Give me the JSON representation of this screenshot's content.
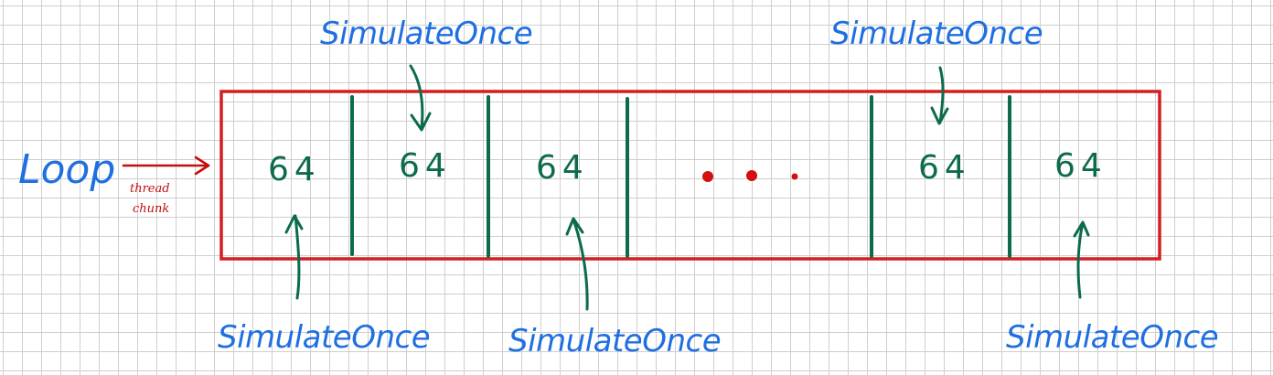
{
  "loop_label": "Loop",
  "chunk_label": {
    "line1": "thread",
    "line2": "chunk"
  },
  "cells": [
    "64",
    "64",
    "64",
    "64",
    "64"
  ],
  "ellipsis": "...",
  "simulate_labels": {
    "top_1": "SimulateOnce",
    "top_2": "SimulateOnce",
    "bottom_1": "SimulateOnce",
    "bottom_2": "SimulateOnce",
    "bottom_3": "SimulateOnce"
  },
  "colors": {
    "outline": "#d41e22",
    "dividers": "#0d6b4c",
    "annotation": "#1f6fe0",
    "dots": "#d40f0f"
  }
}
